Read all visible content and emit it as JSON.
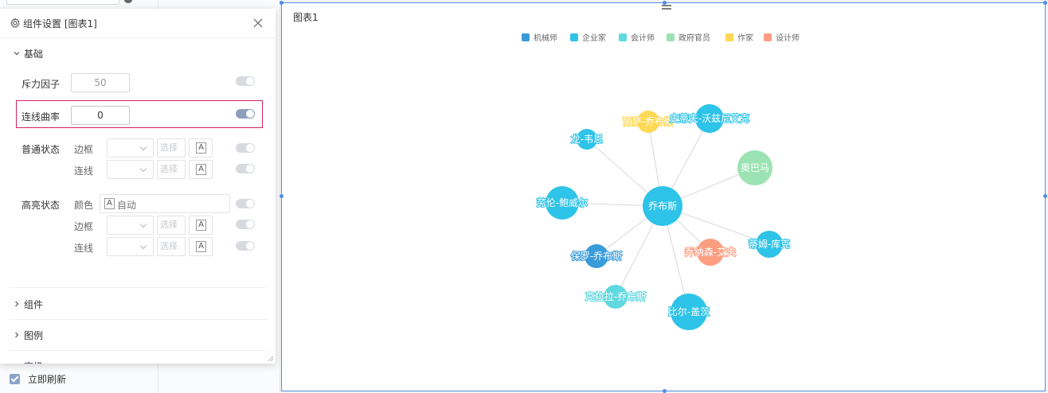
{
  "panel": {
    "title": "组件设置 [图表1]",
    "section_basic": "基础",
    "repulsion": {
      "label": "斥力因子",
      "value": "50"
    },
    "curvature": {
      "label": "连线曲率",
      "value": "0"
    },
    "normal_state": {
      "label": "普通状态",
      "border_label": "边框",
      "line_label": "连线",
      "pick_label": "选择",
      "a_label": "A"
    },
    "highlight_state": {
      "label": "高亮状态",
      "color_label": "颜色",
      "color_value": "自动",
      "border_label": "边框",
      "line_label": "连线",
      "pick_label": "选择",
      "a_label": "A"
    },
    "collapsed_sections": [
      "组件",
      "图例",
      "高级"
    ]
  },
  "refresh": {
    "label": "立即刷新",
    "checked": true
  },
  "canvas": {
    "chart_label": "图表1"
  },
  "chart_data": {
    "type": "graph",
    "categories": [
      {
        "name": "机械师",
        "color": "#3a9bd9"
      },
      {
        "name": "企业家",
        "color": "#2ec3e8"
      },
      {
        "name": "会计师",
        "color": "#5fd8e0"
      },
      {
        "name": "政府官员",
        "color": "#9be3b3"
      },
      {
        "name": "作家",
        "color": "#fcd855"
      },
      {
        "name": "设计师",
        "color": "#fb9e80"
      }
    ],
    "nodes": [
      {
        "name": "乔布斯",
        "category": "企业家"
      },
      {
        "name": "丽萨-乔布斯",
        "category": "作家"
      },
      {
        "name": "史蒂夫-沃兹尼艾克",
        "category": "企业家"
      },
      {
        "name": "龙-韦恩",
        "category": "企业家"
      },
      {
        "name": "奥巴马",
        "category": "政府官员"
      },
      {
        "name": "劳伦-鲍威尔",
        "category": "企业家"
      },
      {
        "name": "蒂姆-库克",
        "category": "企业家"
      },
      {
        "name": "乔纳森-艾夫",
        "category": "设计师"
      },
      {
        "name": "保罗-乔布斯",
        "category": "机械师"
      },
      {
        "name": "克拉拉-乔布斯",
        "category": "会计师"
      },
      {
        "name": "比尔-盖茨",
        "category": "企业家"
      }
    ],
    "edges": [
      [
        "乔布斯",
        "丽萨-乔布斯"
      ],
      [
        "乔布斯",
        "史蒂夫-沃兹尼艾克"
      ],
      [
        "乔布斯",
        "龙-韦恩"
      ],
      [
        "乔布斯",
        "奥巴马"
      ],
      [
        "乔布斯",
        "劳伦-鲍威尔"
      ],
      [
        "乔布斯",
        "蒂姆-库克"
      ],
      [
        "乔布斯",
        "乔纳森-艾夫"
      ],
      [
        "乔布斯",
        "保罗-乔布斯"
      ],
      [
        "乔布斯",
        "克拉拉-乔布斯"
      ],
      [
        "乔布斯",
        "比尔-盖茨"
      ]
    ],
    "legend_position": "top-center"
  }
}
